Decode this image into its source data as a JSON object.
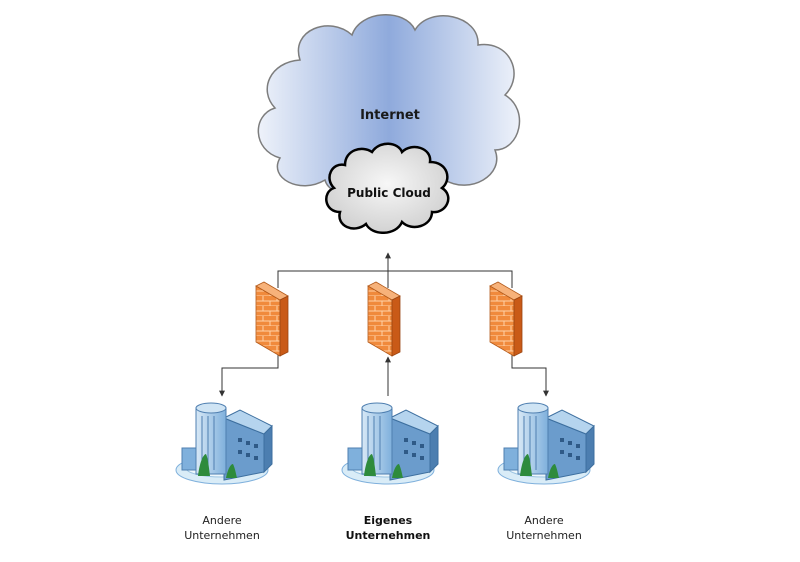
{
  "diagram": {
    "internet_label": "Internet",
    "public_cloud_label": "Public Cloud",
    "companies": [
      {
        "line1": "Andere",
        "line2": "Unternehmen",
        "emphasis": false
      },
      {
        "line1": "Eigenes",
        "line2": "Unternehmen",
        "emphasis": true
      },
      {
        "line1": "Andere",
        "line2": "Unternehmen",
        "emphasis": false
      }
    ]
  },
  "colors": {
    "internet_cloud_fill_center": "#8faadc",
    "internet_cloud_fill_edge": "#e9eef8",
    "public_cloud_fill": "#e2e2e2",
    "firewall_front": "#f28a3a",
    "firewall_side": "#c95a17",
    "building_body": "#9dc3e6",
    "connector_line": "#333333"
  },
  "icons": [
    "cloud-icon",
    "firewall-icon",
    "office-building-icon",
    "arrow-icon"
  ]
}
